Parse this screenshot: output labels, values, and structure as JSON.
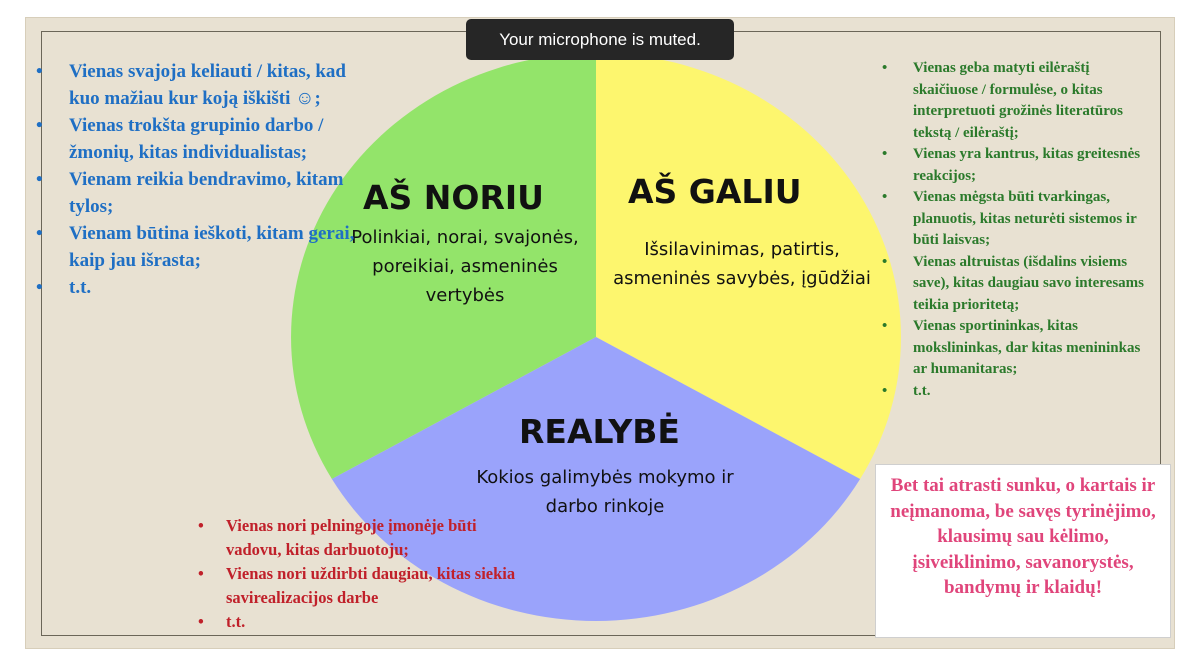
{
  "notification": {
    "text": "Your microphone is muted."
  },
  "diagram": {
    "sections": [
      {
        "id": "noriu",
        "title": "AŠ NORIU",
        "subtitle_lines": [
          "Polinkiai, norai, svajonės,",
          "poreikiai, asmeninės",
          "vertybės"
        ],
        "color": "#93e46a"
      },
      {
        "id": "galiu",
        "title": "AŠ GALIU",
        "subtitle_lines": [
          "Išsilavinimas, patirtis,",
          "asmeninės savybės, įgūdžiai"
        ],
        "color": "#fdf66e"
      },
      {
        "id": "realybe",
        "title": "REALYBĖ",
        "subtitle_lines": [
          "Kokios galimybės mokymo ir",
          "darbo rinkoje"
        ],
        "color": "#9aa3fb"
      }
    ]
  },
  "left_list": {
    "color": "#1f6fc4",
    "items": [
      "Vienas svajoja keliauti / kitas, kad kuo mažiau kur koją iškišti ☺;",
      "Vienas trokšta grupinio darbo / žmonių, kitas individualistas;",
      "Vienam reikia bendravimo, kitam tylos;",
      "Vienam būtina ieškoti, kitam gerai, kaip jau išrasta;",
      "t.t."
    ]
  },
  "right_list": {
    "color": "#2b7a2b",
    "items": [
      "Vienas geba matyti eilėraštį skaičiuose / formulėse, o kitas interpretuoti grožinės literatūros tekstą / eilėraštį;",
      "Vienas yra kantrus, kitas greitesnės reakcijos;",
      "Vienas mėgsta būti tvarkingas, planuotis, kitas neturėti sistemos ir būti laisvas;",
      "Vienas altruistas (išdalins visiems save), kitas daugiau savo interesams teikia prioritetą;",
      "Vienas sportininkas, kitas mokslininkas, dar kitas menininkas ar humanitaras;",
      "t.t."
    ]
  },
  "bottom_list": {
    "color": "#c0202a",
    "items": [
      "Vienas nori pelningoje įmonėje būti vadovu, kitas darbuotoju;",
      "Vienas nori uždirbti daugiau, kitas siekia savirealizacijos darbe",
      "t.t."
    ]
  },
  "note_box": {
    "color": "#e0457b",
    "text": "Bet tai atrasti sunku, o kartais ir neįmanoma, be savęs tyrinėjimo, klausimų sau kėlimo, įsiveiklinimo, savanorystės, bandymų ir klaidų!"
  }
}
